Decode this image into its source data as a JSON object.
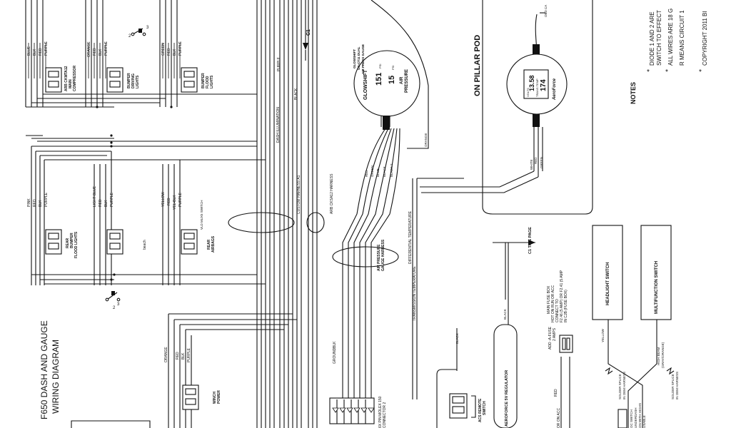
{
  "title": {
    "line1": "F650 DASH  AND GAUGE",
    "line2": "WIRING DIAGRAM"
  },
  "section_heading": "ON PILLAR POD",
  "notes": {
    "heading": "NOTES",
    "items": [
      "DIODE 1 AND 2 ARE",
      "SWITCH TO EFFECT",
      "ALL WIRES ARE 18 G",
      "R MEANS CIRCUIT 1",
      "COPYRIGHT 2011 BI"
    ]
  },
  "connector_refs": {
    "c1_top": "C1",
    "c1_this_page": "C1  THIS PAGE"
  },
  "switches": [
    {
      "id": "air-compressor",
      "wires": [
        "BLUE",
        "BLK",
        "RED",
        "PURPLE"
      ],
      "label": [
        "ARB CKMTA12",
        "MAIN",
        "COMPRESSOR"
      ]
    },
    {
      "id": "bumper-driving",
      "wires": [
        "ORANGE",
        "RED",
        "BLK",
        "PURPLE"
      ],
      "label": [
        "BUMPER",
        "DRIVING",
        "LIGHTS"
      ]
    },
    {
      "id": "bumper-flood",
      "wires": [
        "GREEN",
        "RED",
        "BLK",
        "PURPLE"
      ],
      "label": [
        "BUMPER",
        "FLOOD",
        "LIGHTS"
      ]
    },
    {
      "id": "rear-bumper-flood",
      "wires": [
        "PINK",
        "RED",
        "BLK",
        "PURPLE"
      ],
      "label": [
        "REAR",
        "BUMPER",
        "FLOOD LIGHTS"
      ]
    },
    {
      "id": "beach",
      "wires": [
        "LIGHT BLUE",
        "RED",
        "BLK",
        "PURPLE"
      ],
      "label": [
        "beach"
      ]
    },
    {
      "id": "rear-airbags",
      "wires": [
        "YELLOW",
        "RED",
        "YEL-BLK",
        "PURPLE"
      ],
      "label": [
        "REAR",
        "AIRBAGS"
      ],
      "extra": "VLD MUX5 SWITCH"
    },
    {
      "id": "winch-power",
      "wires": [
        "ORANGE",
        "RED",
        "BLK",
        "PURPLE"
      ],
      "label": [
        "WINCH",
        "POWER"
      ]
    }
  ],
  "harness_labels": {
    "custom": "CUSTOM HARNESS A1",
    "arb": "ARB CKSA12 HARNESS",
    "air_pressure": [
      "AIR PRESSURE",
      "GAUGE HARNESS"
    ],
    "dash_illumination": "DASH ILLUMINATION",
    "purple": "PURPLE",
    "black": "BLACK",
    "ground": "GROUND",
    "blk": "BLK",
    "diff_temp": "DIFFERENTIAL TEMPERATURE",
    "trans_temp": "TRANSMISSION TEMPERATURE",
    "molex": [
      "6X PIN MOLEX 150",
      "CONNECTOR 2"
    ],
    "gauge_wires": [
      "RED",
      "GREEN",
      "BLUE",
      "BLACK",
      "BLACK 2"
    ]
  },
  "gauge": {
    "brand": "GLOWSHIFT",
    "value1": "151",
    "unit1": "PSI",
    "value2": "15",
    "unit2": "PSI",
    "caption": [
      "AIR",
      "PRESSURE"
    ],
    "model": [
      "GLOWSHIFT",
      "GS-CT11 DUAL",
      "AIR PRESS GAUGE"
    ],
    "wire_out": "ORANGE"
  },
  "display": {
    "label1": "VOLTS",
    "value1": "13.58",
    "label2": "TRANS TEMP",
    "value2": "174",
    "brand": "AeroForce",
    "wires": [
      "WHITE",
      "RED",
      "GREEN"
    ],
    "obd_label": "OBD CA"
  },
  "regulator": {
    "label": "AEROFORCE 5V REGULATOR",
    "wire_top": "BLACK",
    "wire_left": "BLACK"
  },
  "fuse": {
    "add_fuse": [
      "ADD -A-FUSE",
      "2 AMPS"
    ],
    "main_fuse": [
      "MAIN FUSE BOX",
      "HOT ON RUN OR ACC"
    ],
    "connect_to": [
      "CONNECT TO",
      "F2.46 (5 AMP) OR F2.41 (5 AMP",
      "IN CJB (FUSE BOX)"
    ],
    "on_acc": "OR ON ACC",
    "red": "RED"
  },
  "remote_switch": [
    "ACS REMOTE",
    "SWITCH"
  ],
  "headlight_switch": {
    "label": "HEADLIGHT SWITCH",
    "wire": "YELLOW",
    "note": [
      "SOLDER SPLICE",
      "IN OEM HARNESS"
    ]
  },
  "multifunction_switch": {
    "label": "MULTIFUNCTION SWITCH",
    "wire": [
      "HIGH BEAM",
      "(GRAY/ORANGE)"
    ],
    "note": [
      "SOLDER SPLICE",
      "IN OEM HARNESS"
    ],
    "bottom": [
      "OC SWITCH",
      "UNDERDASH",
      "ON WITH HIGHS",
      "USABLE"
    ]
  },
  "switch_pins": {
    "two": "2",
    "three": "3"
  }
}
